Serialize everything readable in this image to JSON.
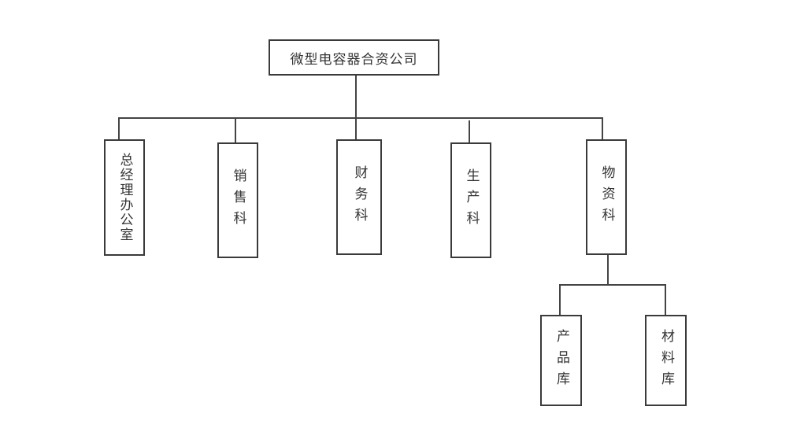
{
  "org_chart": {
    "root": {
      "label": "微型电容器合资公司"
    },
    "departments": [
      {
        "label": "总经理办公室"
      },
      {
        "label": "销售科"
      },
      {
        "label": "财务科"
      },
      {
        "label": "生产科"
      },
      {
        "label": "物资科"
      }
    ],
    "sub_departments": {
      "parent": "物资科",
      "items": [
        {
          "label": "产品库"
        },
        {
          "label": "材料库"
        }
      ]
    }
  }
}
